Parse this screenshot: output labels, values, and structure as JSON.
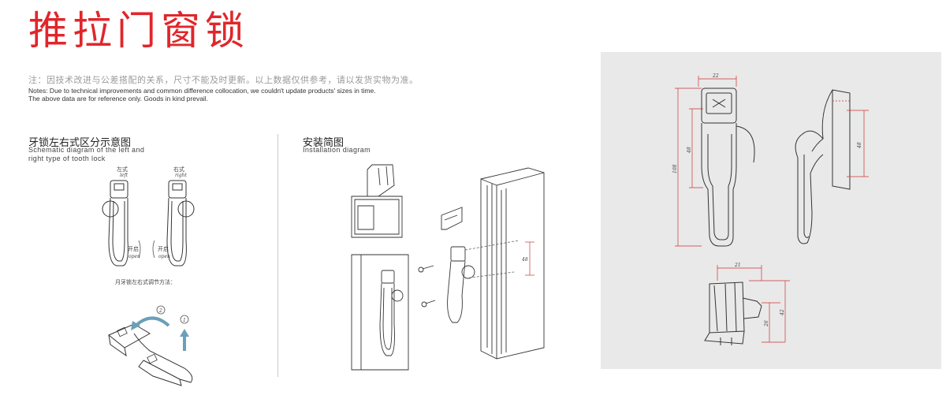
{
  "header": {
    "title": "推拉门窗锁",
    "note_cn": "注：因技术改进与公差搭配的关系，尺寸不能及时更新。以上数据仅供参考，请以发货实物为准。",
    "note_en_1": "Notes: Due to technical improvements and common difference collocation, we couldn't update products' sizes in time.",
    "note_en_2": "The above data are for reference only. Goods in kind prevail."
  },
  "left_section": {
    "title": "牙锁左右式区分示意图",
    "subtitle_1": "Schematic diagram of the left and",
    "subtitle_2": "right type of tooth lock",
    "left_label_cn": "左式",
    "left_label_en": "left",
    "right_label_cn": "右式",
    "right_label_en": "right",
    "open_cn": "开启",
    "open_en": "open",
    "adjust_caption": "月牙锁左右式调节方法：",
    "step_1": "1",
    "step_2": "2"
  },
  "middle_section": {
    "title": "安装简图",
    "subtitle": "Installation diagram",
    "dim_48": "48"
  },
  "drawing": {
    "dim_width_top": "22",
    "dim_height_48_front": "48",
    "dim_height_108": "108",
    "dim_height_48_side": "48",
    "dim_width_bottom": "21",
    "dim_height_26": "26",
    "dim_height_42": "42"
  },
  "colors": {
    "title_red": "#e0262b",
    "panel_gray": "#e9e9e9",
    "arrow_blue": "#6aa0b8",
    "dim_red": "#cc3333"
  }
}
